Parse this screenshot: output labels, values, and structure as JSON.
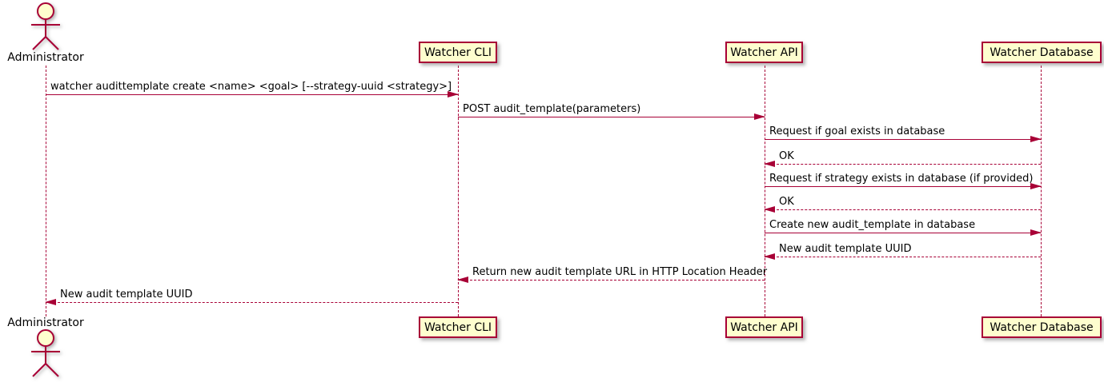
{
  "diagram_type": "sequence-diagram",
  "participants": [
    {
      "name": "Administrator",
      "kind": "actor"
    },
    {
      "name": "Watcher CLI",
      "kind": "participant"
    },
    {
      "name": "Watcher API",
      "kind": "participant"
    },
    {
      "name": "Watcher Database",
      "kind": "participant"
    }
  ],
  "messages": [
    {
      "from": "Administrator",
      "to": "Watcher CLI",
      "label": "watcher audittemplate create <name> <goal> [--strategy-uuid <strategy>]",
      "line": "solid",
      "direction": "right"
    },
    {
      "from": "Watcher CLI",
      "to": "Watcher API",
      "label": "POST audit_template(parameters)",
      "line": "solid",
      "direction": "right"
    },
    {
      "from": "Watcher API",
      "to": "Watcher Database",
      "label": "Request if goal exists in database",
      "line": "solid",
      "direction": "right"
    },
    {
      "from": "Watcher Database",
      "to": "Watcher API",
      "label": "OK",
      "line": "dashed",
      "direction": "left"
    },
    {
      "from": "Watcher API",
      "to": "Watcher Database",
      "label": "Request if strategy exists in database (if provided)",
      "line": "solid",
      "direction": "right"
    },
    {
      "from": "Watcher Database",
      "to": "Watcher API",
      "label": "OK",
      "line": "dashed",
      "direction": "left"
    },
    {
      "from": "Watcher API",
      "to": "Watcher Database",
      "label": "Create new audit_template in database",
      "line": "solid",
      "direction": "right"
    },
    {
      "from": "Watcher Database",
      "to": "Watcher API",
      "label": "New audit template UUID",
      "line": "dashed",
      "direction": "left"
    },
    {
      "from": "Watcher API",
      "to": "Watcher CLI",
      "label": "Return new audit template URL in HTTP Location Header",
      "line": "dashed",
      "direction": "left"
    },
    {
      "from": "Watcher CLI",
      "to": "Administrator",
      "label": "New audit template UUID",
      "line": "dashed",
      "direction": "left"
    }
  ],
  "colors": {
    "accent": "#A80036",
    "participant_fill": "#FEFECE",
    "text": "#000000",
    "background": "#FFFFFF"
  }
}
